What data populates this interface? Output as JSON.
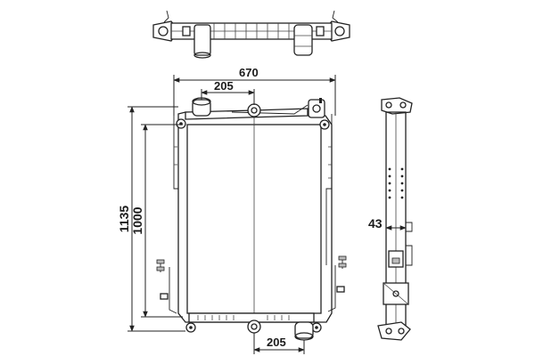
{
  "dimensions": {
    "overall_width": "670",
    "inlet_offset_top": "205",
    "inlet_offset_bottom": "205",
    "overall_height": "1135",
    "core_height": "1000",
    "core_depth": "43"
  }
}
